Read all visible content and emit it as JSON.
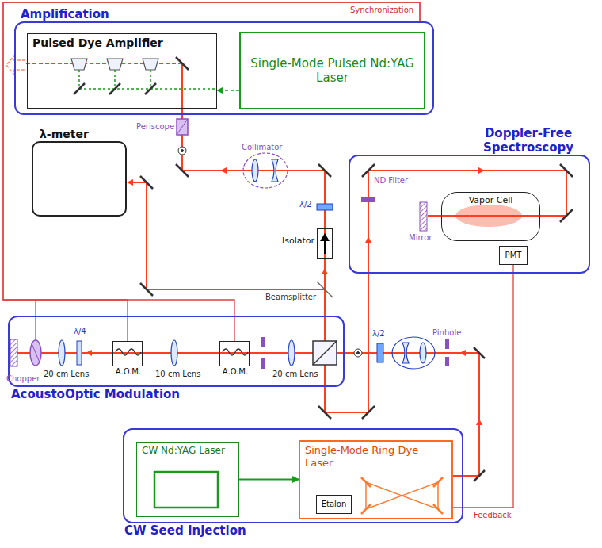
{
  "diagram": {
    "nodes": [
      {
        "text": [
          "Amplification"
        ]
      },
      {
        "text": [
          "Pulsed Dye Amplifier"
        ],
        "in": 0
      },
      {
        "text": [
          "Single-Mode Pulsed Nd:YAG Laser"
        ],
        "in": 0
      },
      {
        "text": [
          "λ-meter"
        ]
      },
      {
        "text": [
          "Doppler-Free Spectroscopy"
        ]
      },
      {
        "text": [
          "Vapor Cell"
        ],
        "in": 4
      },
      {
        "text": [
          "PMT"
        ],
        "in": 4
      },
      {
        "text": [
          "Isolator"
        ]
      },
      {
        "text": [
          "AcoustoOptic Modulation"
        ]
      },
      {
        "text": [
          "A.O.M."
        ],
        "in": 8
      },
      {
        "text": [
          "A.O.M."
        ],
        "in": 8
      },
      {
        "text": [
          "CW Seed Injection"
        ]
      },
      {
        "text": [
          "CW Nd:YAG Laser"
        ],
        "in": 11
      },
      {
        "text": [
          "Single-Mode Ring Dye Laser"
        ],
        "in": 11
      },
      {
        "text": [
          "Etalon"
        ],
        "in": 13
      }
    ],
    "edges": [
      {
        "from": 0,
        "to": 9,
        "arrow": "none",
        "label": "Synchronization"
      },
      {
        "from": 0,
        "to": 10,
        "arrow": "none"
      },
      {
        "from": 2,
        "to": 1,
        "arrow": "to"
      },
      {
        "from": 12,
        "to": 13,
        "arrow": "to"
      },
      {
        "from": 6,
        "to": 13,
        "arrow": "none",
        "label": "Feedback"
      }
    ],
    "labels": [
      "Periscope",
      "Collimator",
      "λ/2",
      "Beamsplitter",
      "ND Filter",
      "Mirror",
      "Pinhole",
      "λ/2",
      "Chopper",
      "20 cm Lens",
      "λ/4",
      "10 cm Lens",
      "20 cm Lens"
    ]
  }
}
